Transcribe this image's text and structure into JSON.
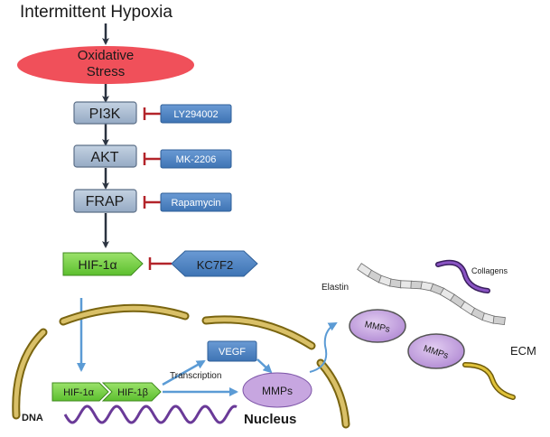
{
  "title": "Intermittent Hypoxia",
  "oxidative": {
    "line1": "Oxidative",
    "line2": "Stress"
  },
  "pathway": {
    "pi3k": "PI3K",
    "akt": "AKT",
    "frap": "FRAP",
    "hif": "HIF-1α"
  },
  "inhibitors": {
    "ly": "LY294002",
    "mk": "MK-2206",
    "rapa": "Rapamycin",
    "kc": "KC7F2"
  },
  "nucleus": {
    "hif1a": "HIF-1α",
    "hif1b": "HIF-1β",
    "vegf": "VEGF",
    "transcription": "Transcription",
    "mmps": "MMPs",
    "dna": "DNA",
    "label": "Nucleus"
  },
  "ecm": {
    "elastin": "Elastin",
    "collagens": "Collagens",
    "mmps1": "MMPs",
    "mmps2": "MMPs",
    "label": "ECM"
  },
  "colors": {
    "arrow_dark": "#2b3340",
    "arrow_blue": "#5b9bd5",
    "box_gray": "#aabbd0",
    "box_blue": "#4f86c6",
    "inhibit_red": "#b3242a",
    "hif_green": "#7fd14a",
    "oxidative_red": "#f0505a",
    "membrane_gold": "#b59a2c",
    "mmp_purple": "#c7a6e0",
    "dna_purple": "#6a3a98"
  }
}
